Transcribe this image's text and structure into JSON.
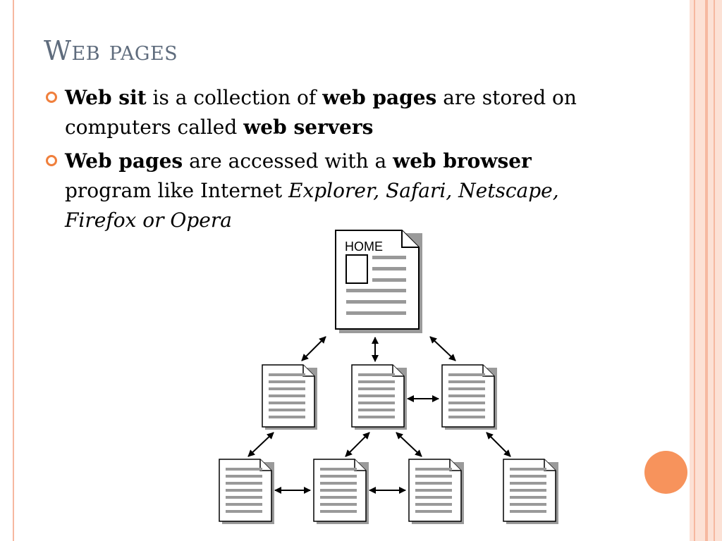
{
  "slide": {
    "title": "Web pages",
    "bullets": [
      {
        "parts": [
          "Web sit",
          " is a collection of ",
          "web pages",
          " are stored on computers called ",
          "web servers"
        ]
      },
      {
        "parts": [
          "Web pages",
          " are accessed with a ",
          "web browser",
          " program like Internet ",
          "Explorer, Safari, Netscape, Firefox or Opera"
        ]
      }
    ]
  },
  "diagram": {
    "home_label": "HOME"
  },
  "colors": {
    "accent": "#f07f3c",
    "orb": "#f7935c",
    "frame": "#f6b8a0",
    "title": "#5f6c7d"
  }
}
